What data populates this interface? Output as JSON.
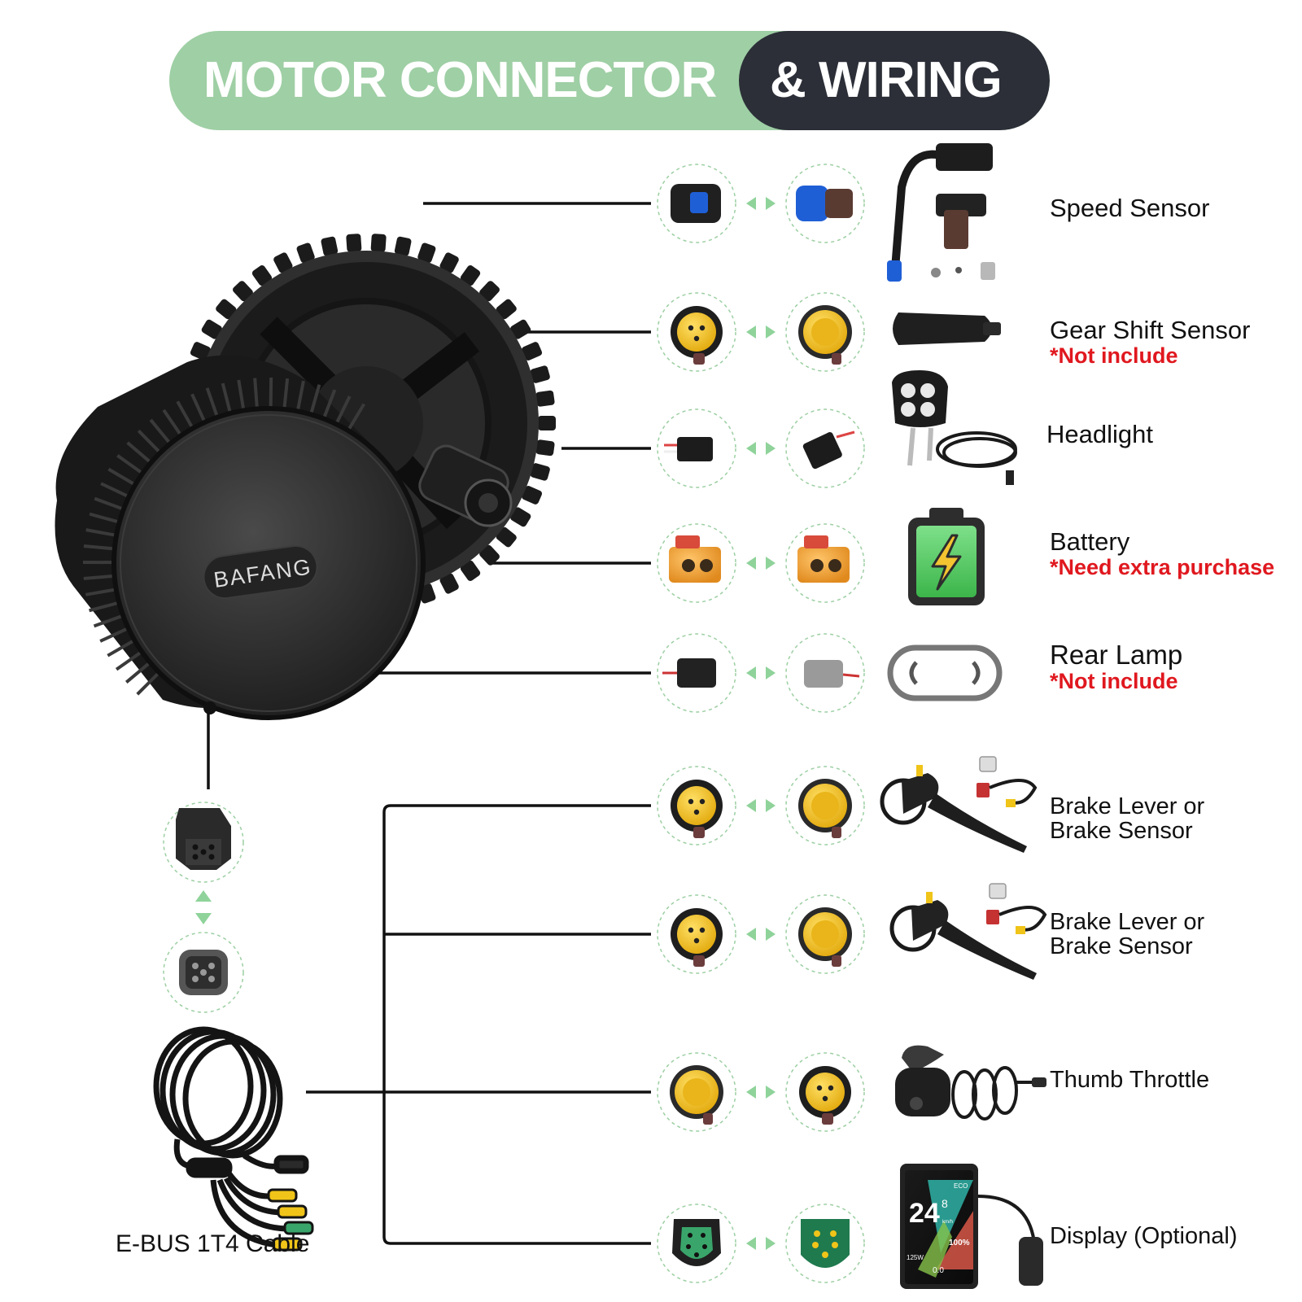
{
  "title": {
    "part1": "MOTOR CONNECTOR",
    "part2": "& WIRING"
  },
  "motor": {
    "brand": "BAFANG"
  },
  "cable": {
    "label": "E-BUS 1T4 Cable"
  },
  "components": [
    {
      "name": "Speed Sensor",
      "note": "",
      "icon": "speed-sensor-icon"
    },
    {
      "name": "Gear Shift Sensor",
      "note": "*Not include",
      "icon": "gear-shift-sensor-icon"
    },
    {
      "name": "Headlight",
      "note": "",
      "icon": "headlight-icon"
    },
    {
      "name": "Battery",
      "note": "*Need extra purchase",
      "icon": "battery-icon"
    },
    {
      "name": "Rear Lamp",
      "note": "*Not include",
      "icon": "rear-lamp-icon"
    },
    {
      "name_line1": "Brake Lever or",
      "name_line2": "Brake Sensor",
      "icon": "brake-lever-icon"
    },
    {
      "name_line1": "Brake Lever or",
      "name_line2": "Brake Sensor",
      "icon": "brake-lever-icon"
    },
    {
      "name": "Thumb Throttle",
      "icon": "thumb-throttle-icon"
    },
    {
      "name": "Display (Optional)",
      "icon": "display-icon"
    }
  ],
  "display_screen": {
    "speed": "24",
    "decimal": "8",
    "unit": "km/h",
    "mode": "ECO",
    "battery": "100%",
    "power": "125W",
    "trip": "0.0"
  },
  "colors": {
    "banner_green": "#9fcfa5",
    "banner_dark": "#2c2f38",
    "note_red": "#e0181f",
    "arrow_green": "#8fd39a",
    "connector_yellow": "#f0c419",
    "connector_orange": "#f2a23a",
    "connector_green": "#3aa56a"
  }
}
